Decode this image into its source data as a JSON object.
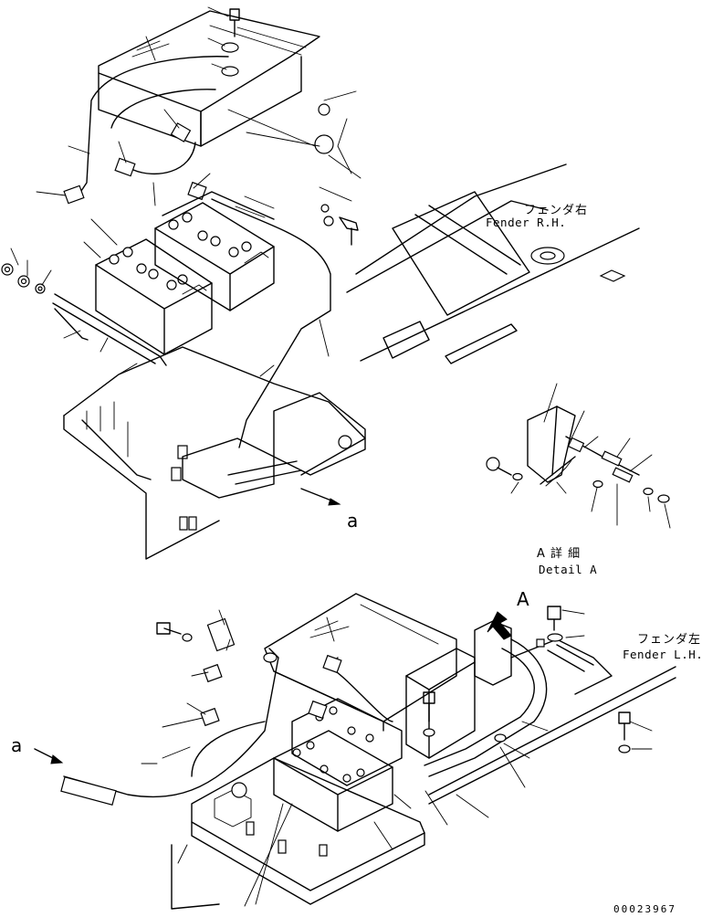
{
  "labels": {
    "fender_rh_jp": "フェンダ右",
    "fender_rh_en": "Fender R.H.",
    "fender_lh_jp": "フェンダ左",
    "fender_lh_en": "Fender L.H.",
    "detail_a_jp": "A 詳 細",
    "detail_a_en": "Detail A",
    "callout_a_upper": "a",
    "callout_a_lower": "a",
    "callout_A": "A",
    "drawing_number": "00023967"
  },
  "colors": {
    "ink": "#000000",
    "paper": "#ffffff"
  }
}
